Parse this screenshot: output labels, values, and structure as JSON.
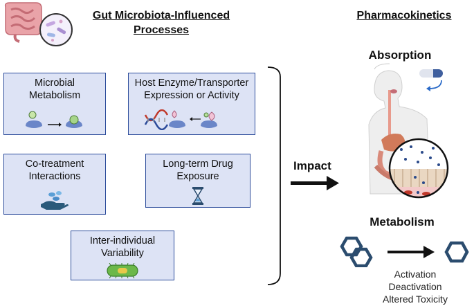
{
  "left_heading": {
    "line1": "Gut Microbiota-Influenced",
    "line2": "Processes"
  },
  "right_heading": "Pharmacokinetics",
  "boxes": {
    "microbial_metabolism": {
      "line1": "Microbial",
      "line2": "Metabolism"
    },
    "host_enzyme": {
      "line1": "Host Enzyme/Transporter",
      "line2": "Expression or Activity"
    },
    "cotreatment": {
      "line1": "Co-treatment",
      "line2": "Interactions"
    },
    "longterm": {
      "line1": "Long-term Drug",
      "line2": "Exposure"
    },
    "interindividual": {
      "line1": "Inter-individual",
      "line2": "Variability"
    }
  },
  "impact_label": "Impact",
  "absorption_label": "Absorption",
  "metabolism_label": "Metabolism",
  "metabolism_outcomes": [
    "Activation",
    "Deactivation",
    "Altered Toxicity"
  ],
  "colors": {
    "box_fill": "#dde3f5",
    "box_border": "#2a4a9a",
    "hexagon": "#2b4c6e",
    "arrow": "#111111"
  },
  "icons": [
    "intestine-icon",
    "microbe-circle-icon",
    "enzyme-icon",
    "dna-icon",
    "hand-pills-icon",
    "hourglass-icon",
    "bacterium-icon",
    "human-body-icon",
    "capsule-icon",
    "hexagon-molecule-icon"
  ]
}
